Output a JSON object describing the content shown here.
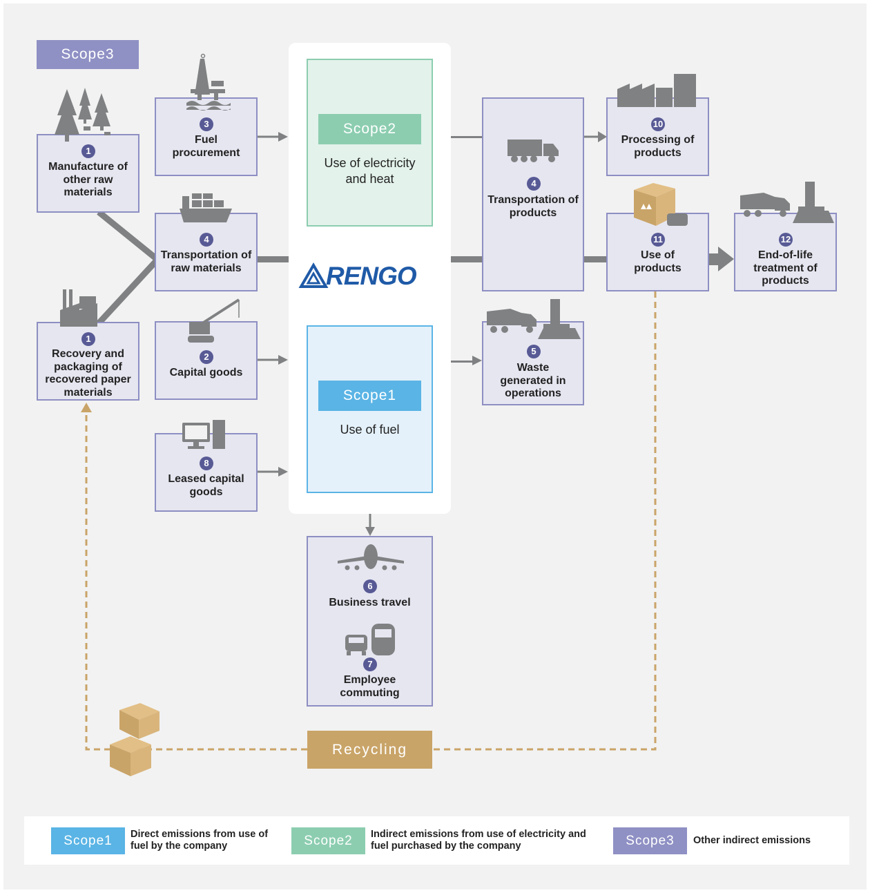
{
  "header": {
    "scope3_tag": "Scope3"
  },
  "company": {
    "logo_text": "RENGO"
  },
  "scope2": {
    "tag": "Scope2",
    "text": "Use of electricity and heat"
  },
  "scope1": {
    "tag": "Scope1",
    "text": "Use of fuel"
  },
  "recycling": {
    "label": "Recycling"
  },
  "upstream": [
    {
      "num": "1",
      "label": "Manufacture of other raw materials"
    },
    {
      "num": "1",
      "label": "Recovery and packaging of recovered paper materials"
    },
    {
      "num": "3",
      "label": "Fuel procurement"
    },
    {
      "num": "4",
      "label": "Transportation of raw materials"
    },
    {
      "num": "2",
      "label": "Capital goods"
    },
    {
      "num": "8",
      "label": "Leased capital goods"
    }
  ],
  "downstream": [
    {
      "num": "4",
      "label": "Transportation of products"
    },
    {
      "num": "5",
      "label": "Waste generated in operations"
    },
    {
      "num": "10",
      "label": "Processing of products"
    },
    {
      "num": "11",
      "label": "Use of products"
    },
    {
      "num": "12",
      "label": "End-of-life treatment of products"
    }
  ],
  "travel": [
    {
      "num": "6",
      "label": "Business travel"
    },
    {
      "num": "7",
      "label": "Employee commuting"
    }
  ],
  "legend": [
    {
      "tag": "Scope1",
      "text": "Direct emissions from use of fuel by the company",
      "color": "#5ab4e5"
    },
    {
      "tag": "Scope2",
      "text": "Indirect emissions from use of electricity and fuel purchased by the company",
      "color": "#8ccdb0"
    },
    {
      "tag": "Scope3",
      "text": "Other indirect emissions",
      "color": "#8f90c4"
    }
  ],
  "colors": {
    "scope1": "#5ab4e5",
    "scope2": "#8ccdb0",
    "scope3": "#8f90c4",
    "recycling": "#c9a468",
    "arrow": "#7f8182",
    "logo": "#1f5aa7"
  }
}
